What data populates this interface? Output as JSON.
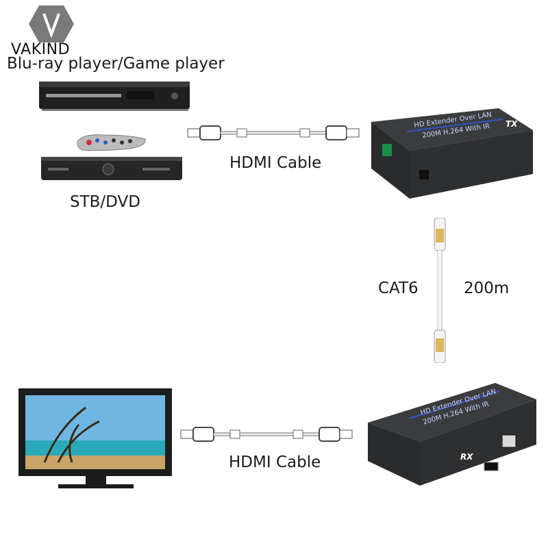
{
  "brand": {
    "name": "VAKIND",
    "logo_icon": "v-hexagon-logo-icon"
  },
  "sources": {
    "top_label": "Blu-ray player/Game player",
    "bottom_label": "STB/DVD"
  },
  "cables": {
    "hdmi_top_label": "HDMI Cable",
    "hdmi_bottom_label": "HDMI Cable",
    "lan_type_label": "CAT6",
    "lan_distance_label": "200m"
  },
  "tx": {
    "line1": "HD Extender Over LAN",
    "line2": "200M H.264 With IR",
    "tag": "TX"
  },
  "rx": {
    "line1": "HD Extender Over LAN",
    "line2": "200M H.264 With IR",
    "tag": "RX"
  },
  "colors": {
    "device_dark": "#2e2f31",
    "device_top": "#3b3c3e",
    "accent_text": "#c9d6ff",
    "tv_frame": "#1c1c1c",
    "sky": "#6fb6e3",
    "sea": "#2aa9b8",
    "cable_white": "#f4f4f4",
    "connector_gold": "#e0b65a"
  }
}
